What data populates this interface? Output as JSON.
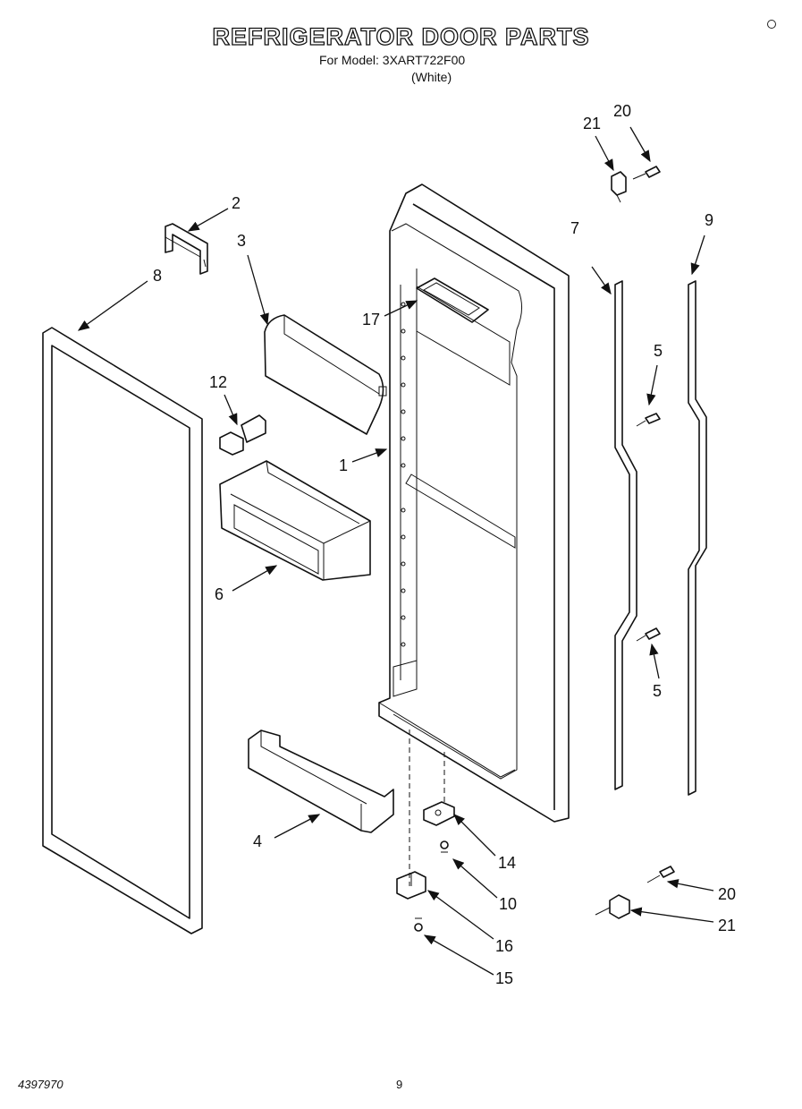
{
  "header": {
    "title": "REFRIGERATOR DOOR PARTS",
    "model_line": "For Model: 3XART722F00",
    "color_line": "(White)"
  },
  "callouts": {
    "p1": "1",
    "p2": "2",
    "p3": "3",
    "p4": "4",
    "p5a": "5",
    "p5b": "5",
    "p6": "6",
    "p7": "7",
    "p8": "8",
    "p9": "9",
    "p10": "10",
    "p12": "12",
    "p14": "14",
    "p15": "15",
    "p16": "16",
    "p17": "17",
    "p20a": "20",
    "p20b": "20",
    "p21a": "21",
    "p21b": "21"
  },
  "footer": {
    "doc_number": "4397970",
    "page": "9"
  }
}
